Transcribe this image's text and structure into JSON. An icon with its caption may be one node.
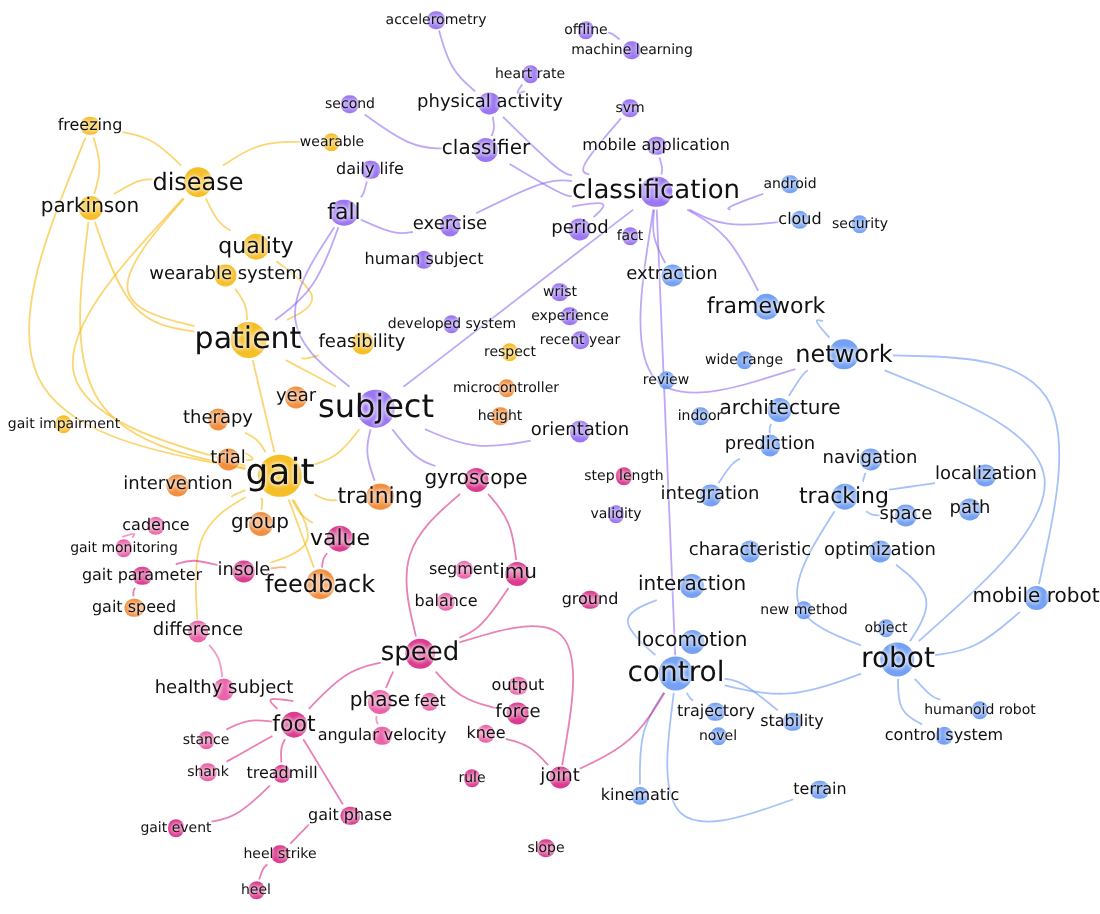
{
  "diagram": {
    "nodes": [
      {
        "text": [
          "accelerometry"
        ]
      },
      {
        "text": [
          "offline"
        ]
      },
      {
        "text": [
          "machine learning"
        ]
      },
      {
        "text": [
          "heart rate"
        ]
      },
      {
        "text": [
          "second"
        ]
      },
      {
        "text": [
          "physical activity"
        ]
      },
      {
        "text": [
          "svm"
        ]
      },
      {
        "text": [
          "freezing"
        ]
      },
      {
        "text": [
          "wearable"
        ]
      },
      {
        "text": [
          "classifier"
        ]
      },
      {
        "text": [
          "mobile application"
        ]
      },
      {
        "text": [
          "daily life"
        ]
      },
      {
        "text": [
          "disease"
        ]
      },
      {
        "text": [
          "classification"
        ]
      },
      {
        "text": [
          "android"
        ]
      },
      {
        "text": [
          "parkinson"
        ]
      },
      {
        "text": [
          "fall"
        ]
      },
      {
        "text": [
          "cloud"
        ]
      },
      {
        "text": [
          "security"
        ]
      },
      {
        "text": [
          "exercise"
        ]
      },
      {
        "text": [
          "period"
        ]
      },
      {
        "text": [
          "quality"
        ]
      },
      {
        "text": [
          "fact"
        ]
      },
      {
        "text": [
          "human subject"
        ]
      },
      {
        "text": [
          "wearable system"
        ]
      },
      {
        "text": [
          "extraction"
        ]
      },
      {
        "text": [
          "wrist"
        ]
      },
      {
        "text": [
          "experience"
        ]
      },
      {
        "text": [
          "framework"
        ]
      },
      {
        "text": [
          "feasibility"
        ]
      },
      {
        "text": [
          "developed system"
        ]
      },
      {
        "text": [
          "recent year"
        ]
      },
      {
        "text": [
          "patient"
        ]
      },
      {
        "text": [
          "network"
        ]
      },
      {
        "text": [
          "respect"
        ]
      },
      {
        "text": [
          "wide range"
        ]
      },
      {
        "text": [
          "review"
        ]
      },
      {
        "text": [
          "microcontroller"
        ]
      },
      {
        "text": [
          "year"
        ]
      },
      {
        "text": [
          "subject"
        ]
      },
      {
        "text": [
          "architecture"
        ]
      },
      {
        "text": [
          "indoor"
        ]
      },
      {
        "text": [
          "gait impairment"
        ]
      },
      {
        "text": [
          "therapy"
        ]
      },
      {
        "text": [
          "height"
        ]
      },
      {
        "text": [
          "orientation"
        ]
      },
      {
        "text": [
          "prediction"
        ]
      },
      {
        "text": [
          "trial"
        ]
      },
      {
        "text": [
          "gait"
        ]
      },
      {
        "text": [
          "navigation"
        ]
      },
      {
        "text": [
          "gyroscope"
        ]
      },
      {
        "text": [
          "step length"
        ]
      },
      {
        "text": [
          "localization"
        ]
      },
      {
        "text": [
          "intervention"
        ]
      },
      {
        "text": [
          "training"
        ]
      },
      {
        "text": [
          "integration"
        ]
      },
      {
        "text": [
          "tracking"
        ]
      },
      {
        "text": [
          "validity"
        ]
      },
      {
        "text": [
          "space"
        ]
      },
      {
        "text": [
          "path"
        ]
      },
      {
        "text": [
          "cadence"
        ]
      },
      {
        "text": [
          "group"
        ]
      },
      {
        "text": [
          "value"
        ]
      },
      {
        "text": [
          "gait monitoring"
        ]
      },
      {
        "text": [
          "characteristic"
        ]
      },
      {
        "text": [
          "optimization"
        ]
      },
      {
        "text": [
          "segment"
        ]
      },
      {
        "text": [
          "imu"
        ]
      },
      {
        "text": [
          "gait parameter"
        ]
      },
      {
        "text": [
          "insole"
        ]
      },
      {
        "text": [
          "feedback"
        ]
      },
      {
        "text": [
          "interaction"
        ]
      },
      {
        "text": [
          "mobile robot"
        ]
      },
      {
        "text": [
          "ground"
        ]
      },
      {
        "text": [
          "new method"
        ]
      },
      {
        "text": [
          "object"
        ]
      },
      {
        "text": [
          "balance"
        ]
      },
      {
        "text": [
          "gait speed"
        ]
      },
      {
        "text": [
          "difference"
        ]
      },
      {
        "text": [
          "locomotion"
        ]
      },
      {
        "text": [
          "speed"
        ]
      },
      {
        "text": [
          "robot"
        ]
      },
      {
        "text": [
          "control"
        ]
      },
      {
        "text": [
          "healthy subject"
        ]
      },
      {
        "text": [
          "output"
        ]
      },
      {
        "text": [
          "phase"
        ]
      },
      {
        "text": [
          "feet"
        ]
      },
      {
        "text": [
          "force"
        ]
      },
      {
        "text": [
          "foot"
        ]
      },
      {
        "text": [
          "stance"
        ]
      },
      {
        "text": [
          "angular velocity"
        ]
      },
      {
        "text": [
          "knee"
        ]
      },
      {
        "text": [
          "humanoid robot"
        ]
      },
      {
        "text": [
          "trajectory"
        ]
      },
      {
        "text": [
          "stability"
        ]
      },
      {
        "text": [
          "control system"
        ]
      },
      {
        "text": [
          "novel"
        ]
      },
      {
        "text": [
          "shank"
        ]
      },
      {
        "text": [
          "treadmill"
        ]
      },
      {
        "text": [
          "rule"
        ]
      },
      {
        "text": [
          "joint"
        ]
      },
      {
        "text": [
          "gait phase"
        ]
      },
      {
        "text": [
          "gait event"
        ]
      },
      {
        "text": [
          "kinematic"
        ]
      },
      {
        "text": [
          "terrain"
        ]
      },
      {
        "text": [
          "slope"
        ]
      },
      {
        "text": [
          "heel strike"
        ]
      },
      {
        "text": [
          "heel"
        ]
      }
    ],
    "edges": [
      {
        "from": 48,
        "to": 32,
        "arrow": "none",
        "color": "#f5b400"
      },
      {
        "from": 48,
        "to": 39,
        "arrow": "none",
        "color": "#f5b400"
      },
      {
        "from": 48,
        "to": 54,
        "arrow": "none",
        "color": "#f5b400"
      },
      {
        "from": 48,
        "to": 70,
        "arrow": "none",
        "color": "#f5b400"
      },
      {
        "from": 48,
        "to": 62,
        "arrow": "none",
        "color": "#f5b400"
      },
      {
        "from": 48,
        "to": 61,
        "arrow": "none",
        "color": "#f5b400"
      },
      {
        "from": 48,
        "to": 43,
        "arrow": "none",
        "color": "#f5b400"
      },
      {
        "from": 48,
        "to": 47,
        "arrow": "none",
        "color": "#f5b400"
      },
      {
        "from": 48,
        "to": 53,
        "arrow": "none",
        "color": "#f5b400"
      },
      {
        "from": 48,
        "to": 69,
        "arrow": "none",
        "color": "#f5b400"
      },
      {
        "from": 48,
        "to": 78,
        "arrow": "none",
        "color": "#f5b400"
      },
      {
        "from": 48,
        "to": 12,
        "arrow": "none",
        "color": "#f5b400"
      },
      {
        "from": 48,
        "to": 15,
        "arrow": "none",
        "color": "#f5b400"
      },
      {
        "from": 48,
        "to": 7,
        "arrow": "none",
        "color": "#f5b400"
      },
      {
        "from": 32,
        "to": 12,
        "arrow": "none",
        "color": "#f5b400"
      },
      {
        "from": 32,
        "to": 15,
        "arrow": "none",
        "color": "#f5b400"
      },
      {
        "from": 32,
        "to": 21,
        "arrow": "none",
        "color": "#f5b400"
      },
      {
        "from": 32,
        "to": 24,
        "arrow": "none",
        "color": "#f5b400"
      },
      {
        "from": 32,
        "to": 29,
        "arrow": "none",
        "color": "#f5b400"
      },
      {
        "from": 32,
        "to": 39,
        "arrow": "none",
        "color": "#f5b400"
      },
      {
        "from": 12,
        "to": 15,
        "arrow": "none",
        "color": "#f5b400"
      },
      {
        "from": 12,
        "to": 7,
        "arrow": "none",
        "color": "#f5b400"
      },
      {
        "from": 15,
        "to": 7,
        "arrow": "none",
        "color": "#f5b400"
      },
      {
        "from": 12,
        "to": 21,
        "arrow": "none",
        "color": "#f5b400"
      },
      {
        "from": 16,
        "to": 32,
        "arrow": "none",
        "color": "#8a5ef0"
      },
      {
        "from": 16,
        "to": 19,
        "arrow": "none",
        "color": "#8a5ef0"
      },
      {
        "from": 39,
        "to": 54,
        "arrow": "none",
        "color": "#8a5ef0"
      },
      {
        "from": 39,
        "to": 50,
        "arrow": "none",
        "color": "#8a5ef0"
      },
      {
        "from": 39,
        "to": 45,
        "arrow": "none",
        "color": "#8a5ef0"
      },
      {
        "from": 39,
        "to": 13,
        "arrow": "none",
        "color": "#8a5ef0"
      },
      {
        "from": 39,
        "to": 16,
        "arrow": "none",
        "color": "#8a5ef0"
      },
      {
        "from": 13,
        "to": 9,
        "arrow": "none",
        "color": "#8a5ef0"
      },
      {
        "from": 13,
        "to": 5,
        "arrow": "none",
        "color": "#8a5ef0"
      },
      {
        "from": 13,
        "to": 10,
        "arrow": "none",
        "color": "#8a5ef0"
      },
      {
        "from": 13,
        "to": 6,
        "arrow": "none",
        "color": "#8a5ef0"
      },
      {
        "from": 13,
        "to": 19,
        "arrow": "none",
        "color": "#8a5ef0"
      },
      {
        "from": 13,
        "to": 20,
        "arrow": "none",
        "color": "#8a5ef0"
      },
      {
        "from": 13,
        "to": 25,
        "arrow": "none",
        "color": "#8a5ef0"
      },
      {
        "from": 13,
        "to": 28,
        "arrow": "none",
        "color": "#8a5ef0"
      },
      {
        "from": 13,
        "to": 33,
        "arrow": "none",
        "color": "#8a5ef0"
      },
      {
        "from": 13,
        "to": 82,
        "arrow": "none",
        "color": "#8a5ef0"
      },
      {
        "from": 13,
        "to": 17,
        "arrow": "none",
        "color": "#8a5ef0"
      },
      {
        "from": 13,
        "to": 14,
        "arrow": "none",
        "color": "#8a5ef0"
      },
      {
        "from": 9,
        "to": 5,
        "arrow": "none",
        "color": "#8a5ef0"
      },
      {
        "from": 5,
        "to": 3,
        "arrow": "none",
        "color": "#8a5ef0"
      },
      {
        "from": 33,
        "to": 28,
        "arrow": "none",
        "color": "#5c90f2"
      },
      {
        "from": 33,
        "to": 40,
        "arrow": "none",
        "color": "#5c90f2"
      },
      {
        "from": 33,
        "to": 81,
        "arrow": "none",
        "color": "#5c90f2"
      },
      {
        "from": 33,
        "to": 72,
        "arrow": "none",
        "color": "#5c90f2"
      },
      {
        "from": 82,
        "to": 81,
        "arrow": "none",
        "color": "#5c90f2"
      },
      {
        "from": 82,
        "to": 71,
        "arrow": "none",
        "color": "#5c90f2"
      },
      {
        "from": 82,
        "to": 93,
        "arrow": "none",
        "color": "#5c90f2"
      },
      {
        "from": 82,
        "to": 94,
        "arrow": "none",
        "color": "#5c90f2"
      },
      {
        "from": 82,
        "to": 103,
        "arrow": "none",
        "color": "#5c90f2"
      },
      {
        "from": 82,
        "to": 104,
        "arrow": "none",
        "color": "#5c90f2"
      },
      {
        "from": 81,
        "to": 72,
        "arrow": "none",
        "color": "#5c90f2"
      },
      {
        "from": 81,
        "to": 95,
        "arrow": "none",
        "color": "#5c90f2"
      },
      {
        "from": 81,
        "to": 92,
        "arrow": "none",
        "color": "#5c90f2"
      },
      {
        "from": 81,
        "to": 56,
        "arrow": "none",
        "color": "#5c90f2"
      },
      {
        "from": 81,
        "to": 65,
        "arrow": "none",
        "color": "#5c90f2"
      },
      {
        "from": 56,
        "to": 52,
        "arrow": "none",
        "color": "#5c90f2"
      },
      {
        "from": 56,
        "to": 49,
        "arrow": "none",
        "color": "#5c90f2"
      },
      {
        "from": 56,
        "to": 58,
        "arrow": "none",
        "color": "#5c90f2"
      },
      {
        "from": 40,
        "to": 46,
        "arrow": "none",
        "color": "#5c90f2"
      },
      {
        "from": 46,
        "to": 55,
        "arrow": "none",
        "color": "#5c90f2"
      },
      {
        "from": 80,
        "to": 85,
        "arrow": "none",
        "color": "#d6197b"
      },
      {
        "from": 80,
        "to": 88,
        "arrow": "none",
        "color": "#d6197b"
      },
      {
        "from": 80,
        "to": 67,
        "arrow": "none",
        "color": "#d6197b"
      },
      {
        "from": 80,
        "to": 50,
        "arrow": "none",
        "color": "#d6197b"
      },
      {
        "from": 80,
        "to": 87,
        "arrow": "none",
        "color": "#d6197b"
      },
      {
        "from": 80,
        "to": 100,
        "arrow": "none",
        "color": "#d6197b"
      },
      {
        "from": 88,
        "to": 83,
        "arrow": "none",
        "color": "#d6197b"
      },
      {
        "from": 88,
        "to": 98,
        "arrow": "none",
        "color": "#d6197b"
      },
      {
        "from": 88,
        "to": 101,
        "arrow": "none",
        "color": "#d6197b"
      },
      {
        "from": 88,
        "to": 97,
        "arrow": "none",
        "color": "#d6197b"
      },
      {
        "from": 88,
        "to": 89,
        "arrow": "none",
        "color": "#d6197b"
      },
      {
        "from": 101,
        "to": 106,
        "arrow": "none",
        "color": "#d6197b"
      },
      {
        "from": 106,
        "to": 107,
        "arrow": "none",
        "color": "#d6197b"
      },
      {
        "from": 102,
        "to": 98,
        "arrow": "none",
        "color": "#d6197b"
      },
      {
        "from": 67,
        "to": 50,
        "arrow": "none",
        "color": "#d6197b"
      },
      {
        "from": 100,
        "to": 91,
        "arrow": "none",
        "color": "#d6197b"
      },
      {
        "from": 100,
        "to": 82,
        "arrow": "none",
        "color": "#d6197b"
      },
      {
        "from": 85,
        "to": 90,
        "arrow": "none",
        "color": "#e8479a"
      },
      {
        "from": 62,
        "to": 70,
        "arrow": "none",
        "color": "#d6197b"
      },
      {
        "from": 70,
        "to": 69,
        "arrow": "none",
        "color": "#f07a1c"
      },
      {
        "from": 83,
        "to": 78,
        "arrow": "none",
        "color": "#e8479a"
      },
      {
        "from": 69,
        "to": 68,
        "arrow": "none",
        "color": "#d6197b"
      },
      {
        "from": 68,
        "to": 77,
        "arrow": "none",
        "color": "#d6197b"
      },
      {
        "from": 60,
        "to": 63,
        "arrow": "none",
        "color": "#e8479a"
      },
      {
        "from": 16,
        "to": 11,
        "arrow": "none",
        "color": "#8a5ef0"
      },
      {
        "from": 2,
        "to": 1,
        "arrow": "none",
        "color": "#8a5ef0"
      },
      {
        "from": 0,
        "to": 5,
        "arrow": "none",
        "color": "#8a5ef0"
      },
      {
        "from": 8,
        "to": 12,
        "arrow": "none",
        "color": "#f5b400"
      },
      {
        "from": 4,
        "to": 9,
        "arrow": "none",
        "color": "#8a5ef0"
      }
    ]
  }
}
